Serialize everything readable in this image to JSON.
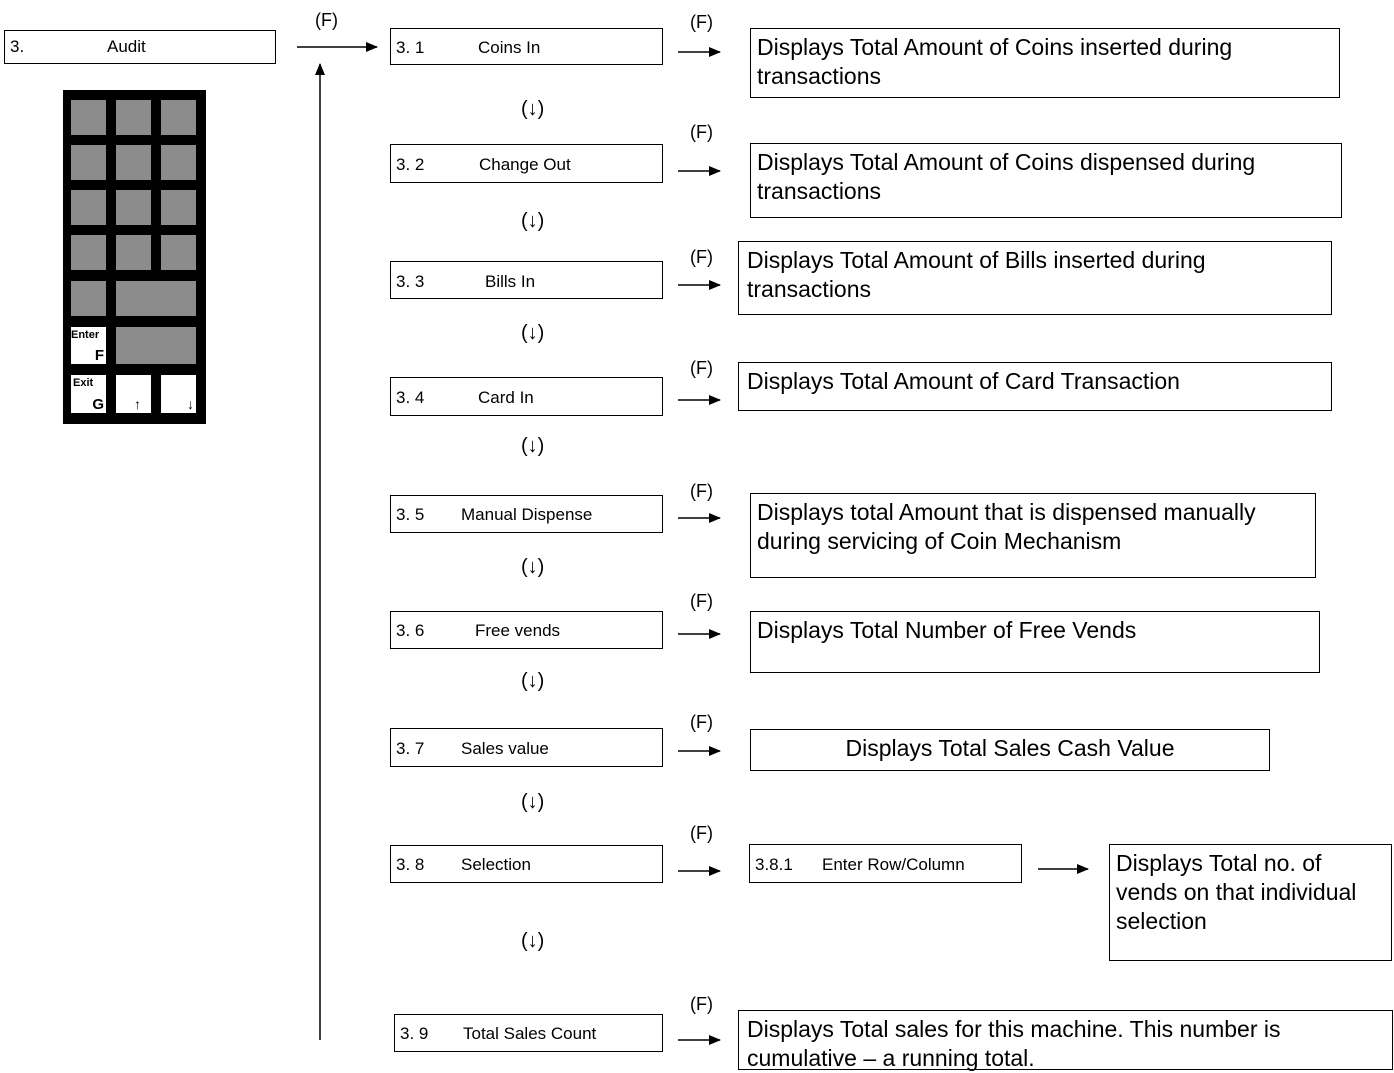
{
  "root": {
    "num": "3.",
    "label": "Audit"
  },
  "keypad": {
    "enter_top": "Enter",
    "enter_letter": "F",
    "exit_top": "Exit",
    "exit_letter": "G",
    "up": "↑",
    "down": "↓"
  },
  "f_label": "(F)",
  "down_label": "(↓)",
  "items": [
    {
      "num": "3. 1",
      "label": "Coins In",
      "desc": "Displays Total Amount of Coins inserted during transactions"
    },
    {
      "num": "3. 2",
      "label": "Change Out",
      "desc": "Displays Total Amount of Coins dispensed during transactions"
    },
    {
      "num": "3. 3",
      "label": "Bills In",
      "desc": "Displays Total Amount of Bills inserted during transactions"
    },
    {
      "num": "3. 4",
      "label": "Card In",
      "desc": "Displays Total Amount of Card Transaction"
    },
    {
      "num": "3. 5",
      "label": "Manual Dispense",
      "desc": "Displays total Amount that is dispensed manually during servicing of Coin Mechanism"
    },
    {
      "num": "3. 6",
      "label": "Free vends",
      "desc": "Displays Total Number of Free Vends"
    },
    {
      "num": "3. 7",
      "label": "Sales value",
      "desc": "Displays Total Sales Cash Value"
    },
    {
      "num": "3. 8",
      "label": "Selection",
      "sub": {
        "num": "3.8.1",
        "label": "Enter Row/Column"
      },
      "desc": "Displays Total no. of vends on that individual selection"
    },
    {
      "num": "3. 9",
      "label": "Total Sales Count",
      "desc": "Displays Total sales for this machine. This number is cumulative – a running total."
    }
  ]
}
